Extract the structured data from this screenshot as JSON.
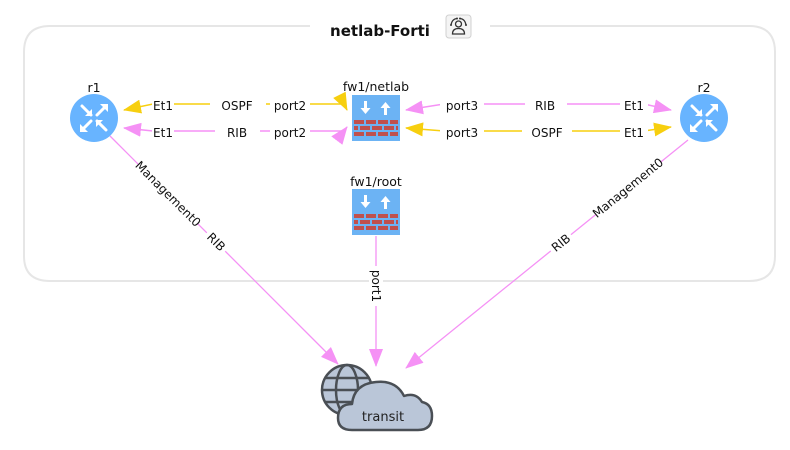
{
  "topology": {
    "title": "netlab-Forti",
    "title_icon": "group-users-icon"
  },
  "colors": {
    "ospf": "#f7cf0f",
    "rib": "#f591f5",
    "router_fill": "#68b4ff",
    "firewall_fill": "#6cb3f4",
    "firewall_brick": "#c0504d",
    "cloud_fill": "#bac6d8",
    "cloud_stroke": "#4a4f55",
    "group_border": "#e6e6e6"
  },
  "nodes": {
    "r1": {
      "label": "r1",
      "type": "router",
      "icon": "router-icon"
    },
    "r2": {
      "label": "r2",
      "type": "router",
      "icon": "router-icon"
    },
    "fw1_netlab": {
      "label": "fw1/netlab",
      "type": "firewall",
      "icon": "firewall-icon"
    },
    "fw1_root": {
      "label": "fw1/root",
      "type": "firewall",
      "icon": "firewall-icon"
    },
    "transit": {
      "label": "transit",
      "type": "network",
      "icon": "cloud-network-icon"
    }
  },
  "links": [
    {
      "id": "r1-fw-ospf",
      "protocol": "OSPF",
      "from_port": "Et1",
      "to_port": "port2"
    },
    {
      "id": "r1-fw-rib",
      "protocol": "RIB",
      "from_port": "Et1",
      "to_port": "port2"
    },
    {
      "id": "fw-r2-rib",
      "protocol": "RIB",
      "from_port": "port3",
      "to_port": "Et1"
    },
    {
      "id": "fw-r2-ospf",
      "protocol": "OSPF",
      "from_port": "port3",
      "to_port": "Et1"
    },
    {
      "id": "r1-transit",
      "protocol": "RIB",
      "from_port": "Management0"
    },
    {
      "id": "fwroot-transit",
      "protocol": "",
      "from_port": "port1"
    },
    {
      "id": "r2-transit",
      "protocol": "RIB",
      "from_port": "Management0"
    }
  ]
}
